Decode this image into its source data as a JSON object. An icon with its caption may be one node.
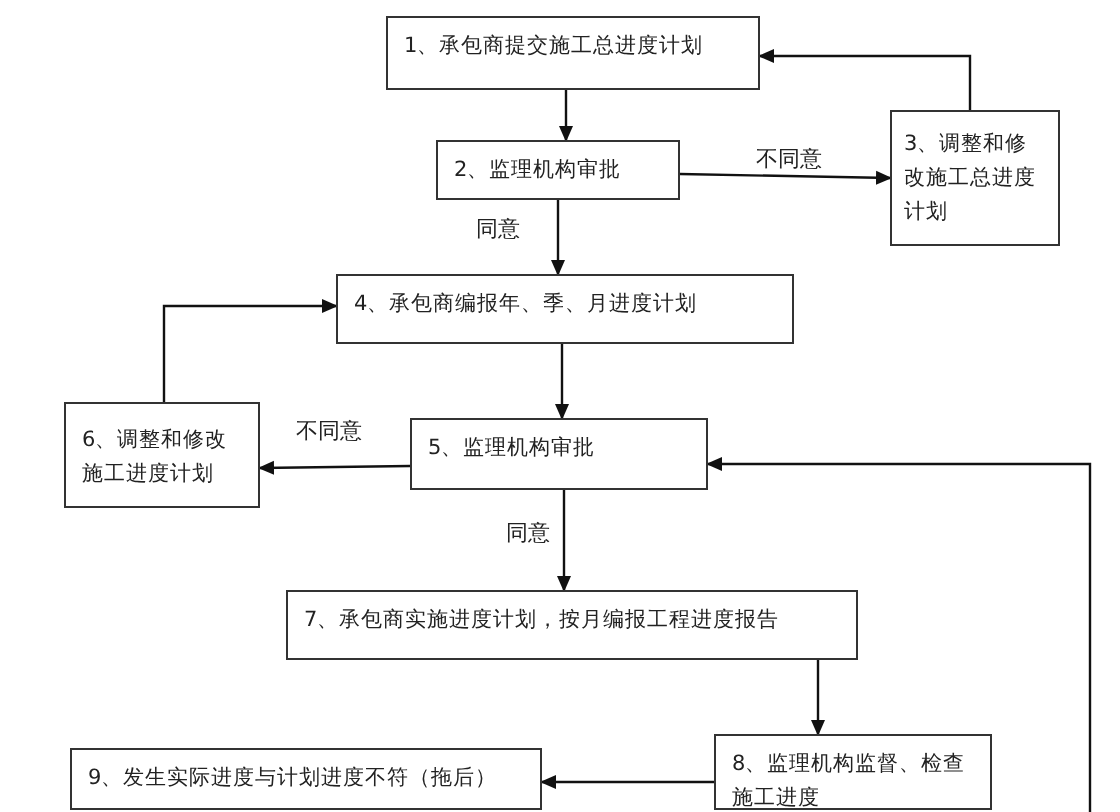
{
  "diagram": {
    "nodes": [
      {
        "text": [
          "1、承包商提交施工总进度计划"
        ]
      },
      {
        "text": [
          "2、监理机构审批"
        ]
      },
      {
        "text": [
          "3、调整和修改施工总进度计划"
        ]
      },
      {
        "text": [
          "4、承包商编报年、季、月进度计划"
        ]
      },
      {
        "text": [
          "5、监理机构审批"
        ]
      },
      {
        "text": [
          "6、调整和修改施工进度计划"
        ]
      },
      {
        "text": [
          "7、承包商实施进度计划，按月编报工程进度报告"
        ]
      },
      {
        "text": [
          "8、监理机构监督、检查施工进度"
        ]
      },
      {
        "text": [
          "9、发生实际进度与计划进度不符（拖后）"
        ]
      }
    ],
    "edges": [
      {
        "from": 0,
        "to": 1,
        "arrow": "to"
      },
      {
        "from": 1,
        "to": 2,
        "arrow": "to",
        "label": "不同意"
      },
      {
        "from": 2,
        "to": 0,
        "arrow": "to"
      },
      {
        "from": 1,
        "to": 3,
        "arrow": "to",
        "label": "同意"
      },
      {
        "from": 3,
        "to": 4,
        "arrow": "to"
      },
      {
        "from": 4,
        "to": 5,
        "arrow": "to",
        "label": "不同意"
      },
      {
        "from": 5,
        "to": 3,
        "arrow": "to"
      },
      {
        "from": 4,
        "to": 6,
        "arrow": "to",
        "label": "同意"
      },
      {
        "from": 6,
        "to": 7,
        "arrow": "to"
      },
      {
        "from": 7,
        "to": 8,
        "arrow": "to"
      },
      {
        "from": null,
        "to": 4,
        "arrow": "to"
      }
    ]
  }
}
